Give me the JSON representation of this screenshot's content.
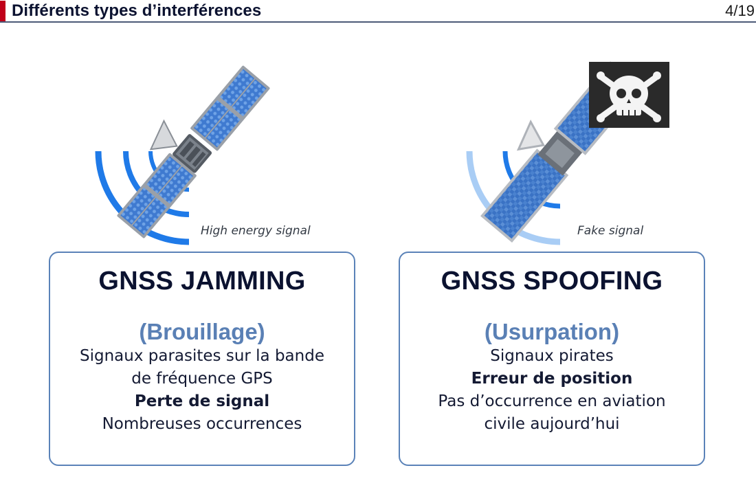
{
  "header": {
    "title": "Différents types d’interférences",
    "page": "4/19",
    "accent_color": "#c0001a"
  },
  "illustrations": {
    "jamming": {
      "icon": "satellite-icon",
      "caption": "High energy signal",
      "wave_color": "#1f7ae8"
    },
    "spoofing": {
      "icon": "pixelated-satellite-icon",
      "badge_icon": "skull-crossbones-icon",
      "caption": "Fake signal",
      "wave_colors": [
        "#1f7ae8",
        "#a9cdf5"
      ]
    }
  },
  "cards": {
    "jamming": {
      "title": "GNSS JAMMING",
      "subtitle": "(Brouillage)",
      "line1": "Signaux parasites sur la bande",
      "line2": "de fréquence GPS",
      "line3": "Perte de signal",
      "line4": "Nombreuses occurrences"
    },
    "spoofing": {
      "title": "GNSS SPOOFING",
      "subtitle": "(Usurpation)",
      "line1": "Signaux pirates",
      "line2": "Erreur de position",
      "line3": "Pas d’occurrence en aviation",
      "line4": "civile aujourd’hui"
    }
  },
  "colors": {
    "card_border": "#5a82b8",
    "subtitle": "#5a80b5",
    "text": "#141a33"
  }
}
